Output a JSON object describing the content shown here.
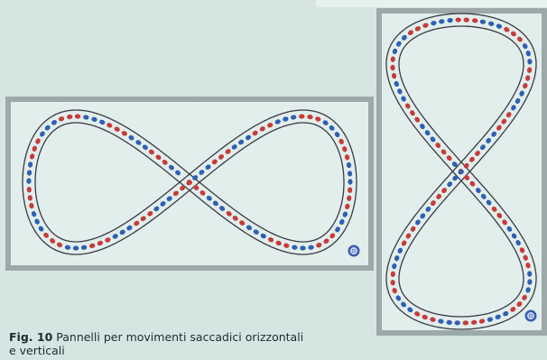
{
  "figure": {
    "caption_label": "Fig. 10",
    "caption_text": "Pannelli per movimenti saccadici orizzontali e verticali"
  },
  "panels": {
    "horizontal": {
      "name": "horizontal-infinity-panel",
      "shape": "figure-eight (horizontal)"
    },
    "vertical": {
      "name": "vertical-figure-eight-panel",
      "shape": "figure-eight (vertical)"
    }
  },
  "colors": {
    "background": "#d5e6e2",
    "panel_fill": "#e2eeeb",
    "panel_border": "#9da9a8",
    "track_line": "#3a3a44",
    "dot_red": "#c63b3b",
    "dot_blue": "#2f5fb4",
    "logo": "#3b5bb0"
  }
}
